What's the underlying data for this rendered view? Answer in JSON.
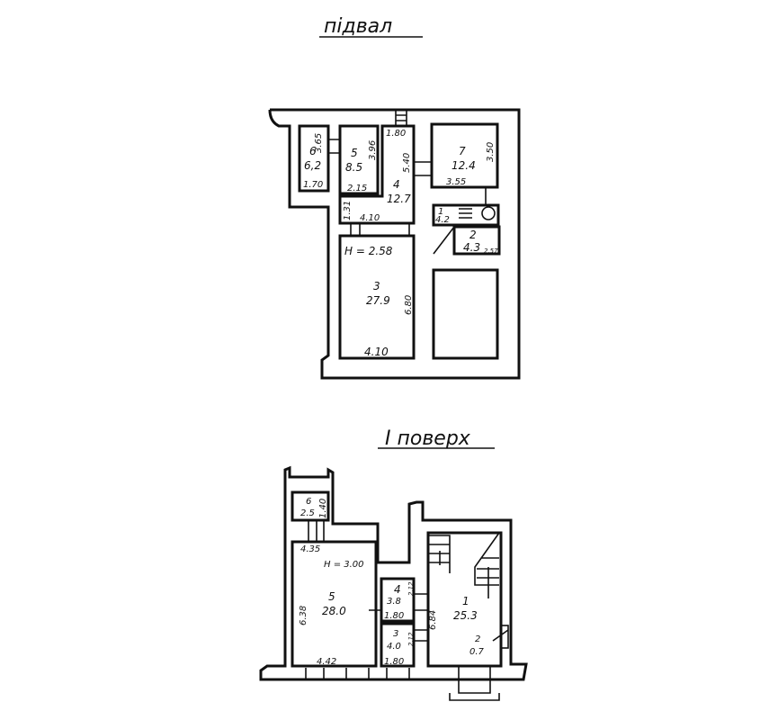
{
  "basement": {
    "title": "підвал",
    "rooms": [
      {
        "num": "6",
        "area": "6,2",
        "dims": [
          "1.70",
          "3.65"
        ]
      },
      {
        "num": "5",
        "area": "8.5",
        "dims": [
          "3.96",
          "2.15"
        ]
      },
      {
        "num": "4",
        "area": "12.7",
        "dims": [
          "1.80",
          "5.40",
          "1.31",
          "4.10"
        ]
      },
      {
        "num": "7",
        "area": "12.4",
        "dims": [
          "3.50",
          "3.55"
        ]
      },
      {
        "num": "1",
        "area": "4.2"
      },
      {
        "num": "2",
        "area": "4.3",
        "dims": [
          "2.57"
        ]
      },
      {
        "num": "3",
        "area": "27.9",
        "height": "H = 2.58",
        "dims": [
          "6.80",
          "4.10"
        ]
      }
    ]
  },
  "floor1": {
    "title": "I поверх",
    "rooms": [
      {
        "num": "6",
        "area": "2.5",
        "dims": [
          "1.40"
        ]
      },
      {
        "num": "5",
        "area": "28.0",
        "height": "H = 3.00",
        "dims": [
          "4.35",
          "6.38",
          "4.42"
        ]
      },
      {
        "num": "4",
        "area": "3.8",
        "dims": [
          "2.12",
          "1.80"
        ]
      },
      {
        "num": "3",
        "area": "4.0",
        "dims": [
          "2.12",
          "1.80"
        ]
      },
      {
        "num": "1",
        "area": "25.3",
        "dims": [
          "6.84"
        ]
      },
      {
        "num": "2",
        "area": "0.7"
      }
    ]
  }
}
